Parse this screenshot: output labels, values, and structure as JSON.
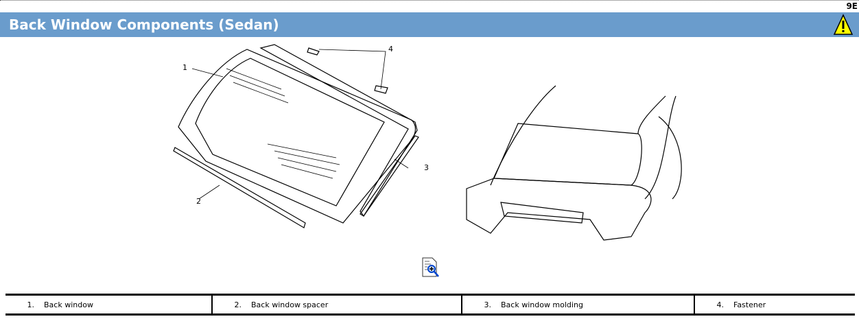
{
  "page_code": "9E",
  "header": {
    "title": "Back Window Components (Sedan)",
    "icon": "warning-icon"
  },
  "callouts": [
    "1",
    "2",
    "3",
    "4"
  ],
  "zoom_icon": "zoom-document-icon",
  "legend": [
    {
      "num": "1.",
      "label": "Back window"
    },
    {
      "num": "2.",
      "label": "Back window spacer"
    },
    {
      "num": "3.",
      "label": "Back window molding"
    },
    {
      "num": "4.",
      "label": "Fastener"
    }
  ]
}
